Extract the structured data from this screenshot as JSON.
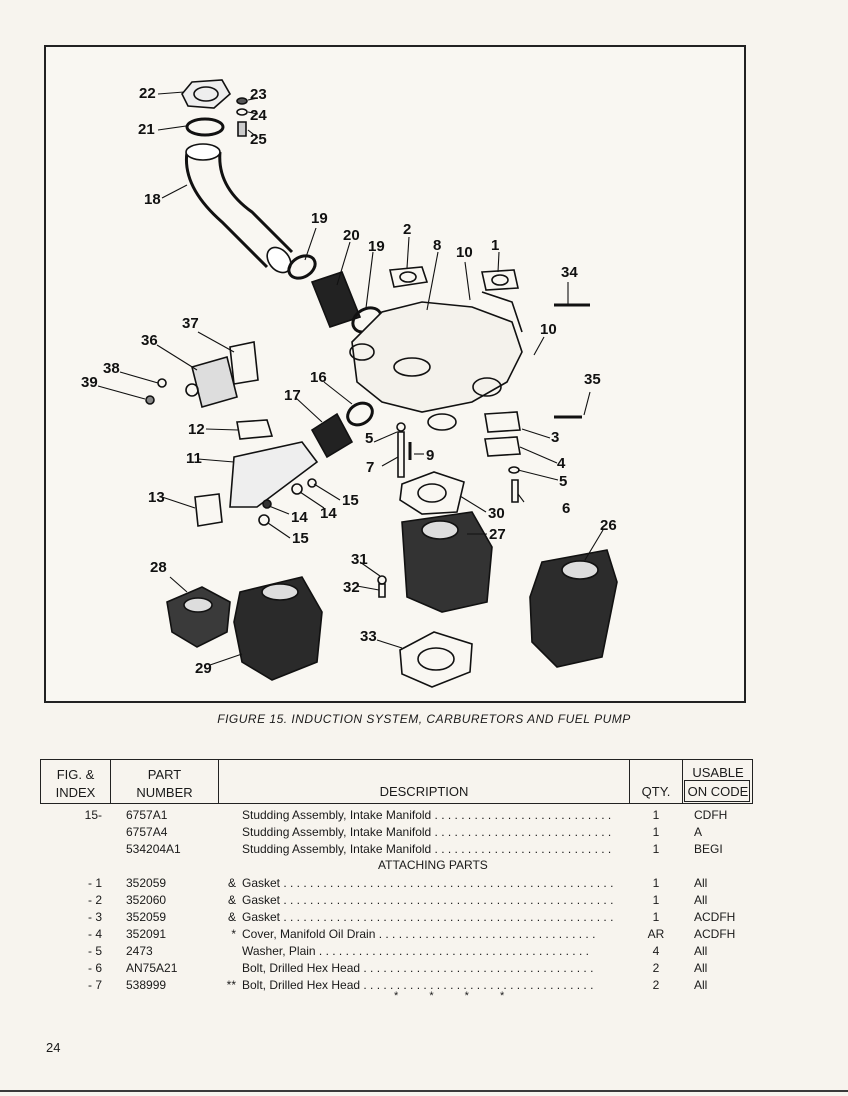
{
  "figure": {
    "caption": "FIGURE  15.  INDUCTION SYSTEM, CARBURETORS AND FUEL PUMP",
    "callouts": [
      "22",
      "23",
      "24",
      "21",
      "25",
      "18",
      "19",
      "20",
      "19",
      "2",
      "8",
      "10",
      "1",
      "34",
      "37",
      "36",
      "10",
      "38",
      "39",
      "16",
      "35",
      "17",
      "12",
      "5",
      "9",
      "3",
      "11",
      "7",
      "4",
      "5",
      "13",
      "15",
      "14",
      "14",
      "30",
      "6",
      "15",
      "27",
      "26",
      "31",
      "28",
      "32",
      "33",
      "29"
    ]
  },
  "table": {
    "headers": {
      "fig_index": [
        "FIG. &",
        "INDEX"
      ],
      "part_number": [
        "PART",
        "NUMBER"
      ],
      "description": "DESCRIPTION",
      "qty": "QTY.",
      "usable": [
        "USABLE",
        "ON CODE"
      ]
    },
    "attaching_label": "ATTACHING PARTS",
    "rows_top": [
      {
        "index": "15-",
        "part": "6757A1",
        "mark": "",
        "desc": "Studding Assembly, Intake Manifold . . . . . . . . . . . . . . . . . . . . . . . . . . . .",
        "qty": "1",
        "code": "CDFH"
      },
      {
        "index": "",
        "part": "6757A4",
        "mark": "",
        "desc": "Studding Assembly, Intake Manifold . . . . . . . . . . . . . . . . . . . . . . . . . . . .",
        "qty": "1",
        "code": "A"
      },
      {
        "index": "",
        "part": "534204A1",
        "mark": "",
        "desc": "Studding Assembly, Intake Manifold . . . . . . . . . . . . . . . . . . . . . . . . . . . .",
        "qty": "1",
        "code": "BEGI"
      }
    ],
    "rows_attach": [
      {
        "index": "- 1",
        "part": "352059",
        "mark": "&",
        "desc": "Gasket . . . . . . . . . . . . . . . . . . . . . . . . . . . . . . . . . . . . . . . . . . . . . . . . . .",
        "qty": "1",
        "code": "All"
      },
      {
        "index": "- 2",
        "part": "352060",
        "mark": "&",
        "desc": "Gasket . . . . . . . . . . . . . . . . . . . . . . . . . . . . . . . . . . . . . . . . . . . . . . . . . .",
        "qty": "1",
        "code": "All"
      },
      {
        "index": "- 3",
        "part": "352059",
        "mark": "&",
        "desc": "Gasket . . . . . . . . . . . . . . . . . . . . . . . . . . . . . . . . . . . . . . . . . . . . . . . . . .",
        "qty": "1",
        "code": "ACDFH"
      },
      {
        "index": "- 4",
        "part": "352091",
        "mark": "*",
        "desc": "Cover, Manifold Oil Drain . . . . . . . . . . . . . . . . . . . . . . . . . . . . . . . . .",
        "qty": "AR",
        "code": "ACDFH"
      },
      {
        "index": "- 5",
        "part": "2473",
        "mark": "",
        "desc": "Washer, Plain . . . . . . . . . . . . . . . . . . . . . . . . . . . . . . . . . . . . . . . . .",
        "qty": "4",
        "code": "All"
      },
      {
        "index": "- 6",
        "part": "AN75A21",
        "mark": "",
        "desc": "Bolt, Drilled Hex Head . . . . . . . . . . . . . . . . . . . . . . . . . . . . . . . . . . .",
        "qty": "2",
        "code": "All"
      },
      {
        "index": "- 7",
        "part": "538999",
        "mark": "**",
        "desc": "Bolt, Drilled Hex Head . . . . . . . . . . . . . . . . . . . . . . . . . . . . . . . . . . .",
        "qty": "2",
        "code": "All"
      }
    ],
    "end_marks": "* * * *"
  },
  "page_number": "24"
}
